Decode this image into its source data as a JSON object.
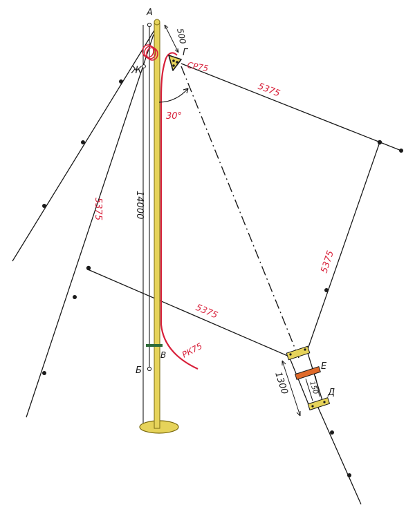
{
  "points": {
    "a": "А",
    "b": "Б",
    "v": "В",
    "g": "Г",
    "d": "Д",
    "e": "Е",
    "zh": "Ж"
  },
  "dimensions": {
    "top_offset": "500",
    "mast_height": "14000",
    "guy_left": "5375",
    "guy_upper_right": "5375",
    "guy_right": "5375",
    "guy_middle": "5375",
    "element_height": "1300",
    "element_gap": "150",
    "angle": "30°"
  },
  "cables": {
    "upper": "СР75",
    "lower": "РК75"
  },
  "colors": {
    "mast": "#e6d35a",
    "mast_outline": "#7a6a10",
    "cable": "#d8203a",
    "line": "#1a1a1a",
    "red_text": "#d8203a",
    "orange_bar": "#e06a2a",
    "green_band": "#2e6b3a"
  }
}
